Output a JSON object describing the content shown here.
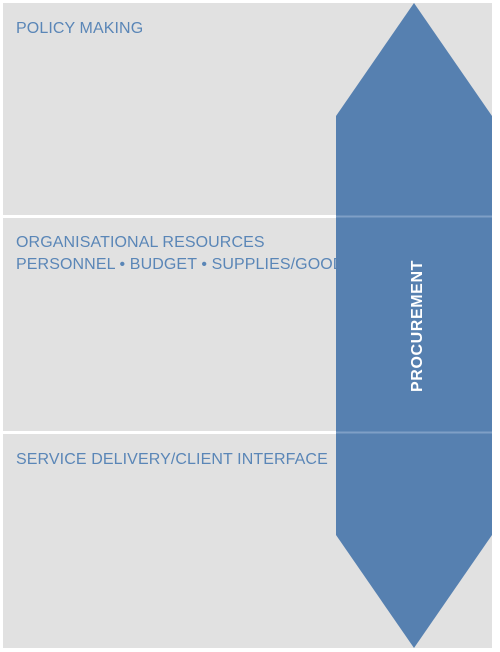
{
  "rows": {
    "policy": {
      "title": "POLICY MAKING"
    },
    "resources": {
      "title": "ORGANISATIONAL RESOURCES",
      "subtitle": "PERSONNEL • BUDGET • SUPPLIES/GOODS"
    },
    "service": {
      "title": "SERVICE DELIVERY/CLIENT INTERFACE"
    }
  },
  "arrow": {
    "label": "PROCUREMENT",
    "color": "#5680b0"
  },
  "colors": {
    "panel_background": "#e1e1e1",
    "text_accent": "#5a86b7",
    "separator": "#ffffff"
  }
}
